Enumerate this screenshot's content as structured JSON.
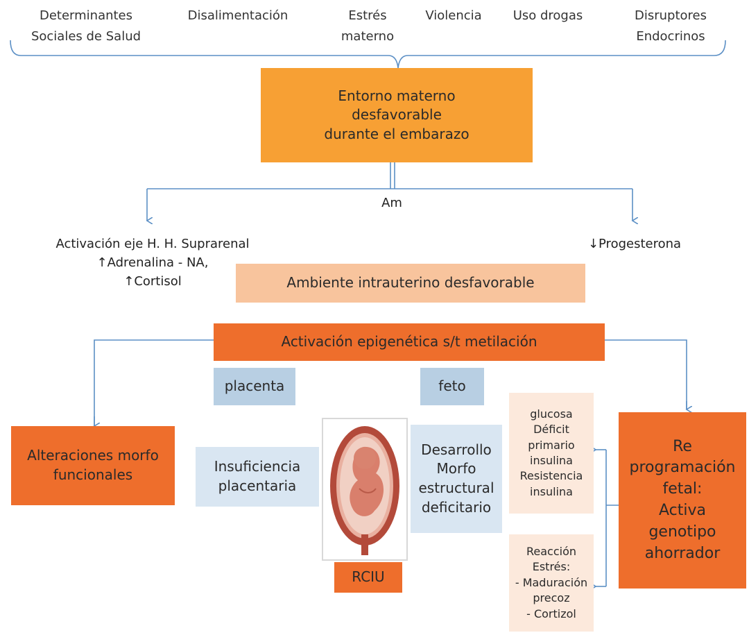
{
  "top_factors": [
    {
      "line1": "Determinantes",
      "line2": "Sociales de Salud"
    },
    {
      "line1": "Disalimentación",
      "line2": ""
    },
    {
      "line1": "Estrés",
      "line2": "materno"
    },
    {
      "line1": "Violencia",
      "line2": ""
    },
    {
      "line1": "Uso drogas",
      "line2": ""
    },
    {
      "line1": "Disruptores",
      "line2": "Endocrinos"
    }
  ],
  "entorno": {
    "l1": "Entorno materno",
    "l2": "desfavorable",
    "l3": "durante el embarazo"
  },
  "am_label": "Am",
  "left_effect": {
    "l1": "Activación eje H. H. Suprarenal",
    "l2": "↑Adrenalina - NA,",
    "l3": "↑Cortisol"
  },
  "right_effect": "↓Progesterona",
  "ambiente": "Ambiente intrauterino desfavorable",
  "activacion": "Activación epigenética s/t metilación",
  "placenta": "placenta",
  "feto": "feto",
  "alteraciones": {
    "l1": "Alteraciones morfo",
    "l2": "funcionales"
  },
  "insuficiencia": {
    "l1": "Insuficiencia",
    "l2": "placentaria"
  },
  "desarrollo": {
    "l1": "Desarrollo",
    "l2": "Morfo",
    "l3": "estructural",
    "l4": "deficitario"
  },
  "rciu": "RCIU",
  "glucosa": {
    "l1": "glucosa",
    "l2": "Déficit",
    "l3": "primario",
    "l4": "insulina",
    "l5": "Resistencia",
    "l6": "insulina"
  },
  "reaccion": {
    "l1": "Reacción",
    "l2": "Estrés:",
    "l3": "- Maduración",
    "l4": "precoz",
    "l5": "- Cortizol"
  },
  "reprogramacion": {
    "l1": "Re",
    "l2": "programación",
    "l3": "fetal:",
    "l4": "Activa",
    "l5": "genotipo",
    "l6": "ahorrador"
  },
  "colors": {
    "orange": "#f7a034",
    "dark_orange": "#ee6e2c",
    "peach": "#f8c49d",
    "light_peach": "#fce9dc",
    "blue": "#b8cfe3",
    "light_blue": "#d9e6f2",
    "line": "#5b8fc5"
  }
}
